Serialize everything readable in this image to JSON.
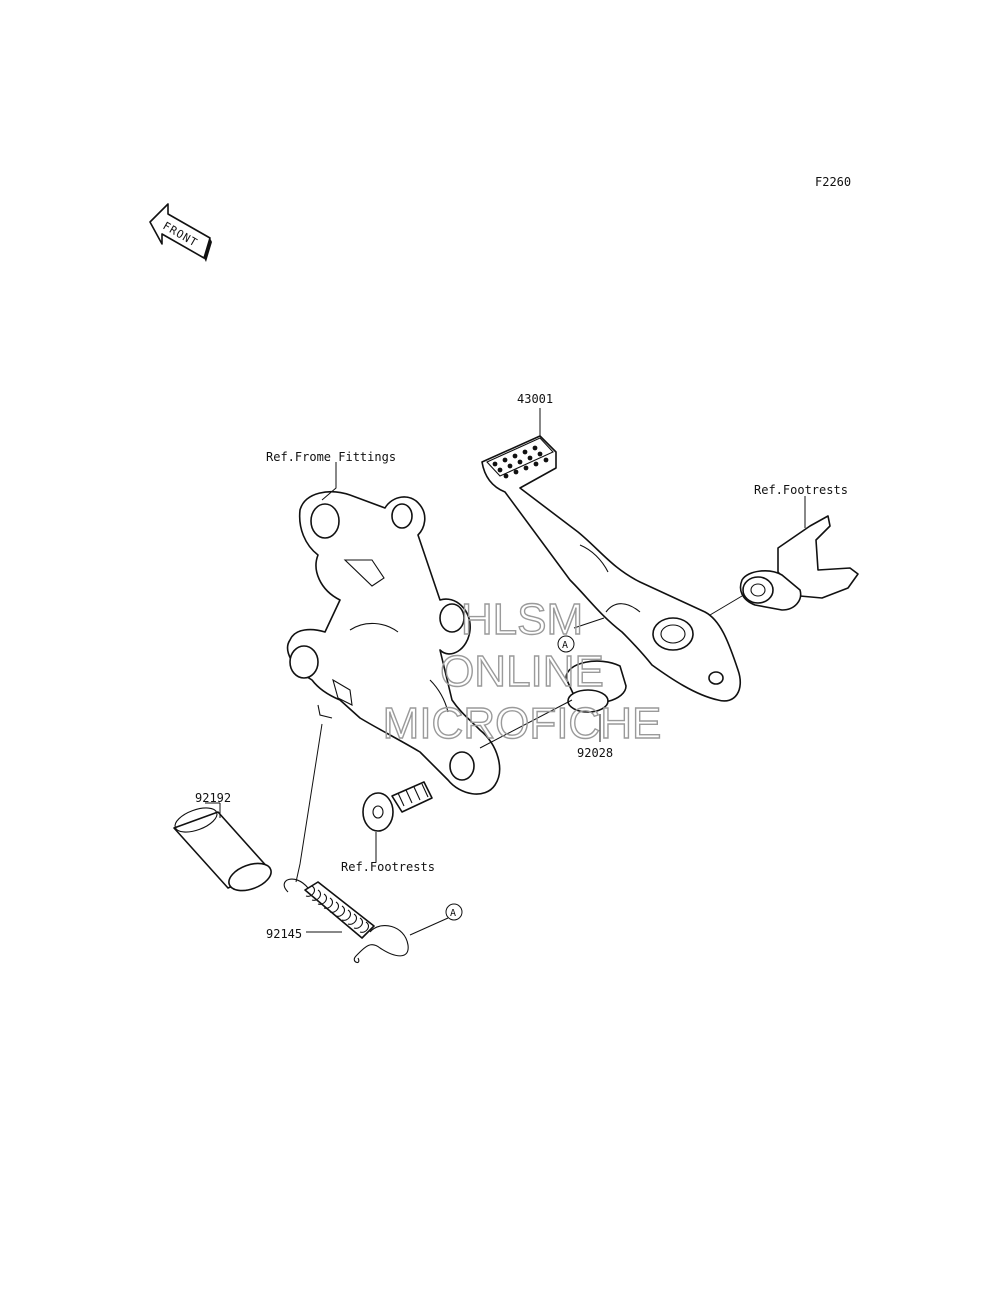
{
  "figure_code": "F2260",
  "front_arrow": {
    "text": "FRONT",
    "icon": "front-direction-arrow-icon"
  },
  "callouts": {
    "p43001": "43001",
    "ref_frame": "Ref.Frome Fittings",
    "ref_footrests_top": "Ref.Footrests",
    "p92028": "92028",
    "ref_footrests_bottom": "Ref.Footrests",
    "p92192": "92192",
    "p92145": "92145",
    "marker_a": "A"
  },
  "watermark": {
    "line1": "HLSM",
    "line2": "ONLINE",
    "line3": "MICROFICHE"
  }
}
